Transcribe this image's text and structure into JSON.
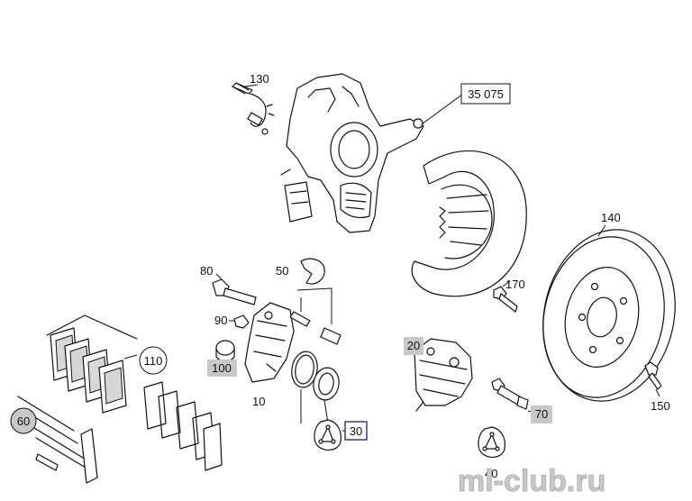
{
  "labels": {
    "p130": "130",
    "p35075": "35 075",
    "p140": "140",
    "p170": "170",
    "p80": "80",
    "p50": "50",
    "p90": "90",
    "p110": "110",
    "p100": "100",
    "p10": "10",
    "p20": "20",
    "p60": "60",
    "p30": "30",
    "p70": "70",
    "p150": "150",
    "p40": "40"
  },
  "watermark": "ml-club.ru",
  "colors": {
    "line": "#111111",
    "gray_tag": "#c8c8c8",
    "blue_box": "#1c2fa0",
    "watermark": "#c8c8c8"
  }
}
